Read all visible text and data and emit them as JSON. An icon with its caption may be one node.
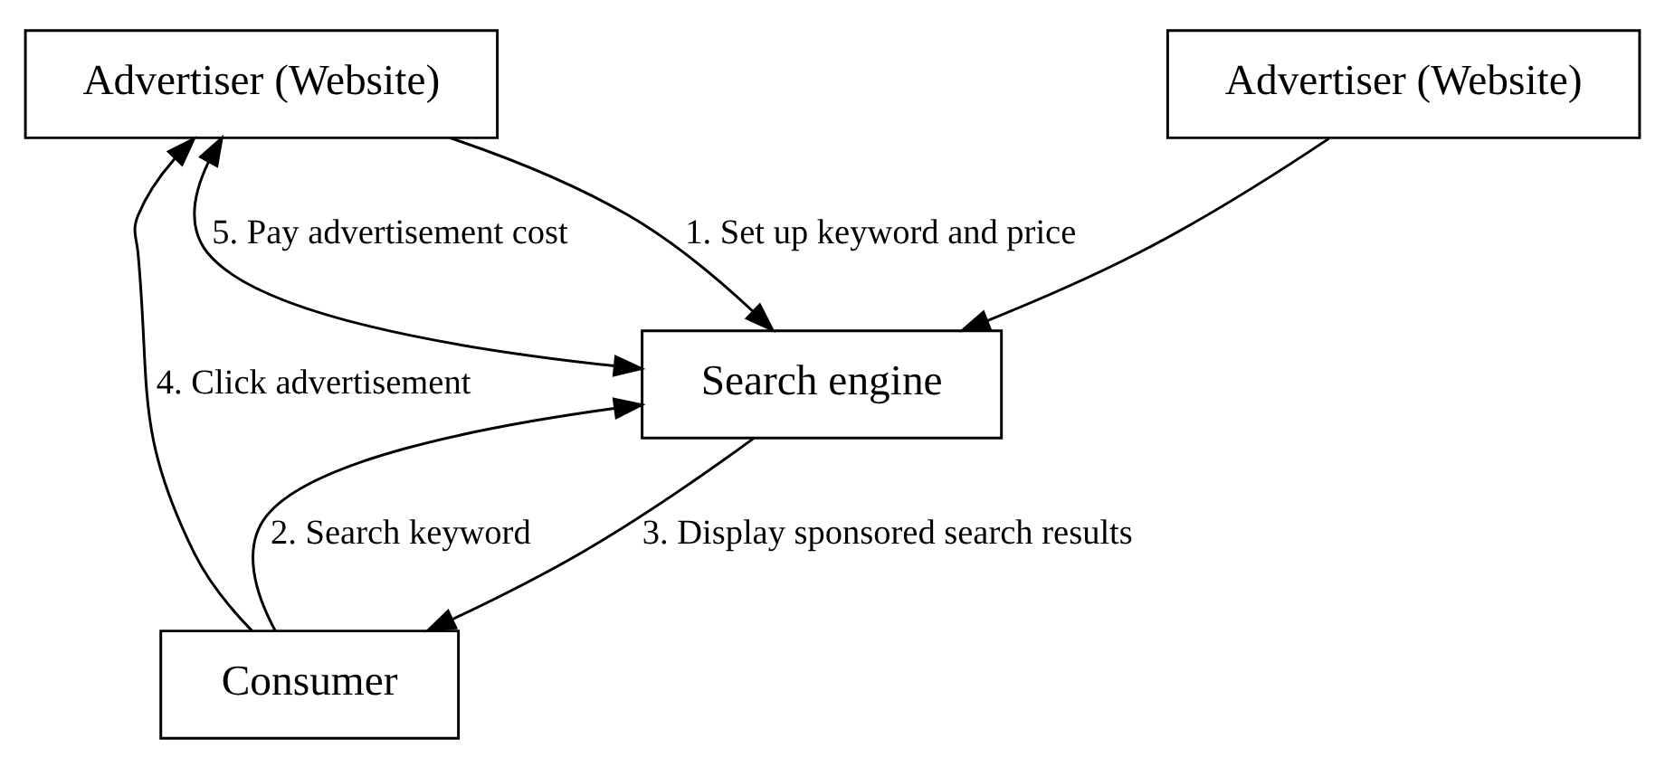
{
  "diagram": {
    "nodes": [
      {
        "text": [
          "Advertiser (Website)"
        ]
      },
      {
        "text": [
          "Advertiser (Website)"
        ]
      },
      {
        "text": [
          "Search engine"
        ]
      },
      {
        "text": [
          "Consumer"
        ]
      }
    ],
    "edges": [
      {
        "from": 0,
        "to": 2,
        "arrow": "to",
        "label": "1. Set up keyword and price"
      },
      {
        "from": 1,
        "to": 2,
        "arrow": "to"
      },
      {
        "from": 2,
        "to": 0,
        "arrow": "both",
        "label": "5. Pay advertisement cost"
      },
      {
        "from": 3,
        "to": 2,
        "arrow": "to",
        "label": "2. Search keyword"
      },
      {
        "from": 2,
        "to": 3,
        "arrow": "to",
        "label": "3. Display sponsored search results"
      },
      {
        "from": 3,
        "to": 0,
        "arrow": "to",
        "label": "4. Click advertisement"
      }
    ]
  }
}
